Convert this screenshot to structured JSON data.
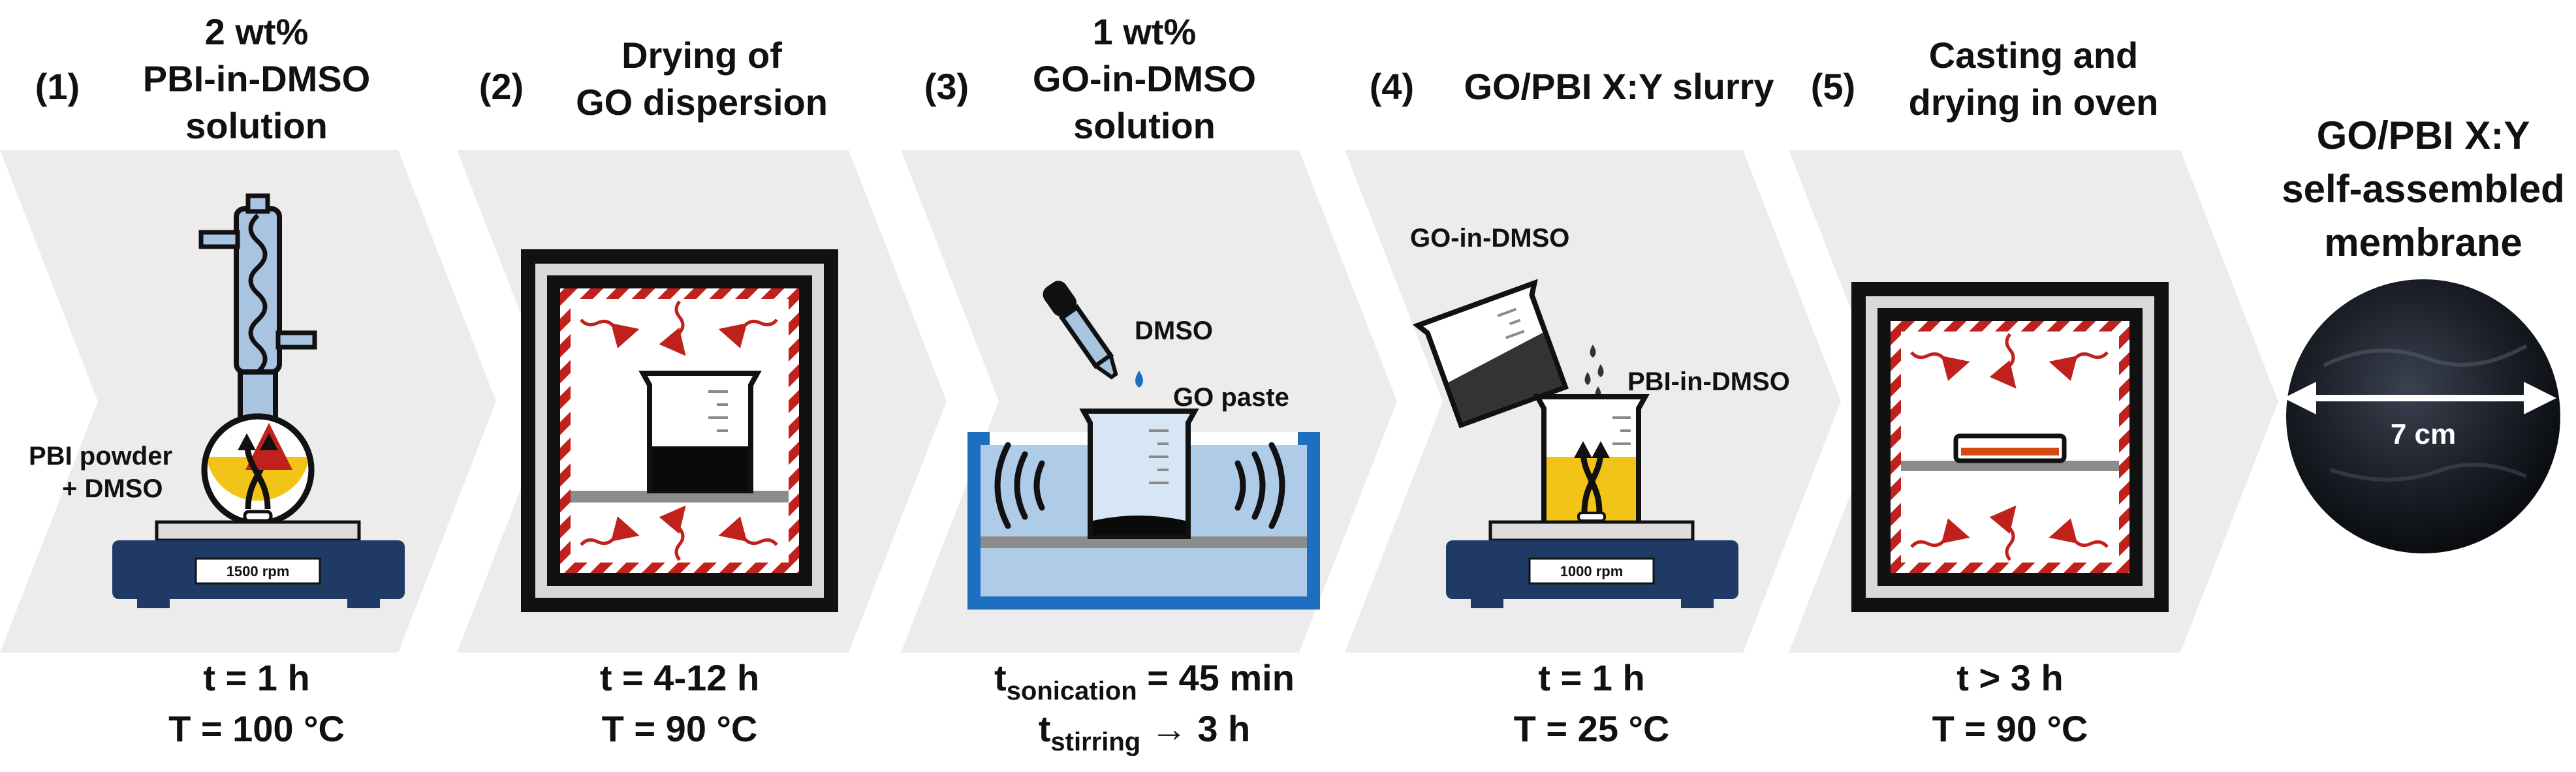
{
  "steps": [
    {
      "number": "(1)",
      "title_lines": [
        "2 wt%",
        "PBI-in-DMSO",
        "solution"
      ],
      "labels": [
        "PBI powder",
        "+ DMSO"
      ],
      "stirrer_display": "1500 rpm",
      "conditions": [
        "t = 1 h",
        "T = 100 °C"
      ]
    },
    {
      "number": "(2)",
      "title_lines": [
        "Drying of",
        "GO dispersion"
      ],
      "conditions": [
        "t = 4-12 h",
        "T = 90 °C"
      ]
    },
    {
      "number": "(3)",
      "title_lines": [
        "1 wt%",
        "GO-in-DMSO",
        "solution"
      ],
      "labels": [
        "DMSO",
        "GO paste"
      ],
      "conditions": [
        {
          "base": "t",
          "sub": "sonication",
          "rest": " = 45 min"
        },
        {
          "base": "t",
          "sub": "stirring",
          "rest": " → 3 h"
        }
      ]
    },
    {
      "number": "(4)",
      "title_lines": [
        "GO/PBI X:Y slurry"
      ],
      "labels": [
        "GO-in-DMSO",
        "PBI-in-DMSO"
      ],
      "stirrer_display": "1000 rpm",
      "conditions": [
        "t = 1 h",
        "T = 25 °C"
      ]
    },
    {
      "number": "(5)",
      "title_lines": [
        "Casting and",
        "drying in oven"
      ],
      "conditions": [
        "t > 3 h",
        "T = 90 °C"
      ]
    }
  ],
  "result": {
    "title_lines": [
      "GO/PBI X:Y",
      "self-assembled",
      "membrane"
    ],
    "diameter_label": "7 cm"
  },
  "colors": {
    "chevron": "#ececec",
    "stirrer_base": "#1f3a64",
    "pbi_solution": "#f2c417",
    "go_dispersion": "#0a0a0a",
    "water_bath": "#aecbe8",
    "bath_wall": "#1e6fc2",
    "oven_heater": "#c0211c",
    "heat_arrow": "#c0211c",
    "condenser_glass": "#a9c4e0",
    "shelf": "#8c8c8c"
  }
}
